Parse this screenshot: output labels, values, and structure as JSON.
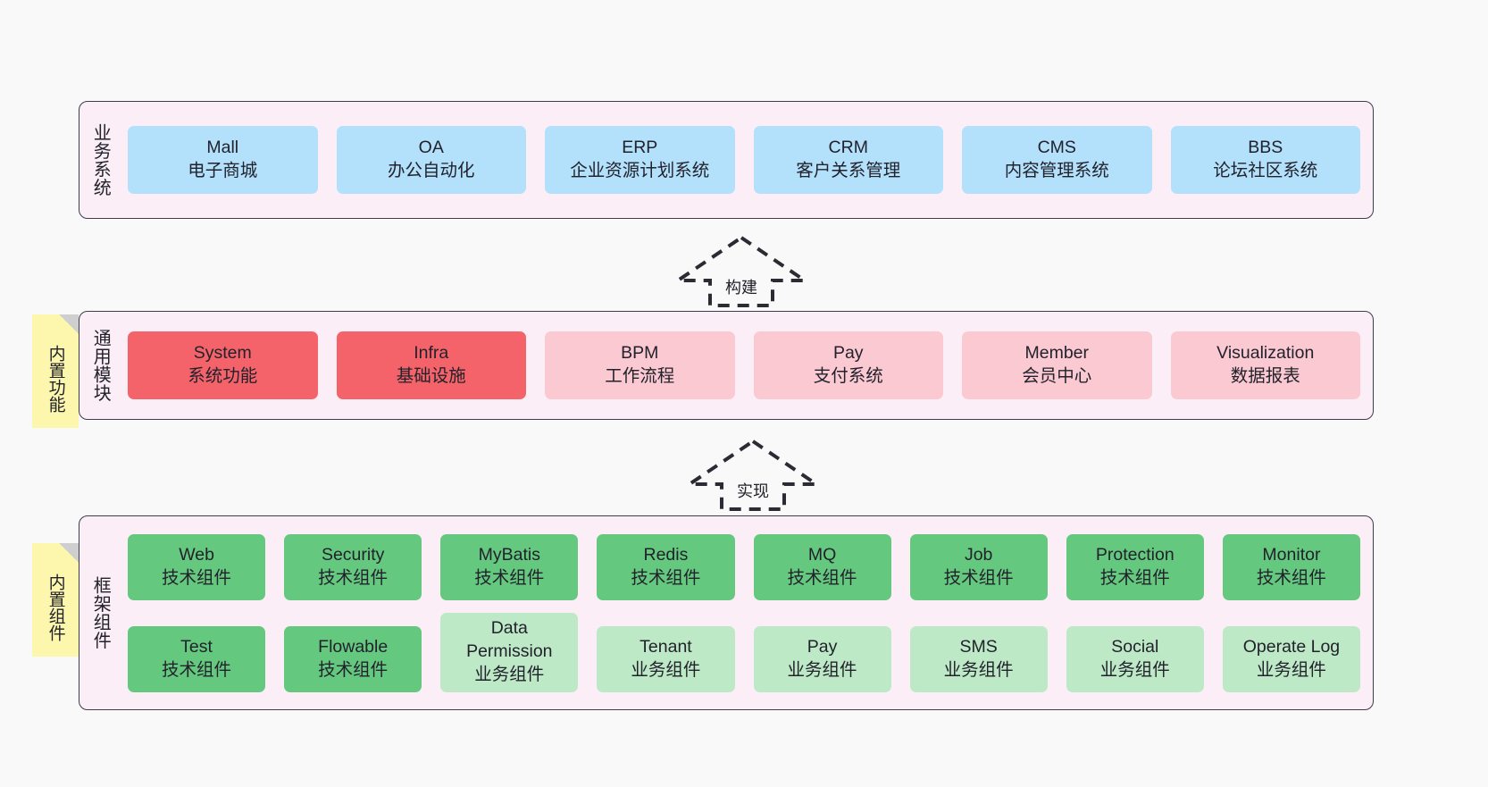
{
  "diagram": {
    "background_color": "#f9f9f9",
    "panel_color": "#fbeef6",
    "panel_border_color": "#3d3d4e"
  },
  "notes": [
    {
      "id": "builtin-features",
      "text": "内置功能",
      "color": "#fcf7ad"
    },
    {
      "id": "builtin-components",
      "text": "内置组件",
      "color": "#fcf7ad"
    }
  ],
  "connectors": [
    {
      "id": "build",
      "label": "构建",
      "style": "dashed-hollow-up-arrow"
    },
    {
      "id": "implement",
      "label": "实现",
      "style": "dashed-hollow-up-arrow"
    }
  ],
  "layers": [
    {
      "id": "business-systems",
      "title": "业务系统",
      "rows": [
        {
          "cards": [
            {
              "en": "Mall",
              "cn": "电子商城",
              "color": "#b3e0fb"
            },
            {
              "en": "OA",
              "cn": "办公自动化",
              "color": "#b3e0fb"
            },
            {
              "en": "ERP",
              "cn": "企业资源计划系统",
              "color": "#b3e0fb"
            },
            {
              "en": "CRM",
              "cn": "客户关系管理",
              "color": "#b3e0fb"
            },
            {
              "en": "CMS",
              "cn": "内容管理系统",
              "color": "#b3e0fb"
            },
            {
              "en": "BBS",
              "cn": "论坛社区系统",
              "color": "#b3e0fb"
            }
          ]
        }
      ]
    },
    {
      "id": "common-modules",
      "title": "通用模块",
      "rows": [
        {
          "cards": [
            {
              "en": "System",
              "cn": "系统功能",
              "color": "#f4636a"
            },
            {
              "en": "Infra",
              "cn": "基础设施",
              "color": "#f4636a"
            },
            {
              "en": "BPM",
              "cn": "工作流程",
              "color": "#fbc9d2"
            },
            {
              "en": "Pay",
              "cn": "支付系统",
              "color": "#fbc9d2"
            },
            {
              "en": "Member",
              "cn": "会员中心",
              "color": "#fbc9d2"
            },
            {
              "en": "Visualization",
              "cn": "数据报表",
              "color": "#fbc9d2"
            }
          ]
        }
      ]
    },
    {
      "id": "framework-components",
      "title": "框架组件",
      "rows": [
        {
          "cards": [
            {
              "en": "Web",
              "cn": "技术组件",
              "color": "#65c87f"
            },
            {
              "en": "Security",
              "cn": "技术组件",
              "color": "#65c87f"
            },
            {
              "en": "MyBatis",
              "cn": "技术组件",
              "color": "#65c87f"
            },
            {
              "en": "Redis",
              "cn": "技术组件",
              "color": "#65c87f"
            },
            {
              "en": "MQ",
              "cn": "技术组件",
              "color": "#65c87f"
            },
            {
              "en": "Job",
              "cn": "技术组件",
              "color": "#65c87f"
            },
            {
              "en": "Protection",
              "cn": "技术组件",
              "color": "#65c87f"
            },
            {
              "en": "Monitor",
              "cn": "技术组件",
              "color": "#65c87f"
            }
          ]
        },
        {
          "cards": [
            {
              "en": "Test",
              "cn": "技术组件",
              "color": "#65c87f"
            },
            {
              "en": "Flowable",
              "cn": "技术组件",
              "color": "#65c87f"
            },
            {
              "en": "Data Permission",
              "cn": "业务组件",
              "color": "#bde9c6"
            },
            {
              "en": "Tenant",
              "cn": "业务组件",
              "color": "#bde9c6"
            },
            {
              "en": "Pay",
              "cn": "业务组件",
              "color": "#bde9c6"
            },
            {
              "en": "SMS",
              "cn": "业务组件",
              "color": "#bde9c6"
            },
            {
              "en": "Social",
              "cn": "业务组件",
              "color": "#bde9c6"
            },
            {
              "en": "Operate Log",
              "cn": "业务组件",
              "color": "#bde9c6"
            }
          ]
        }
      ]
    }
  ]
}
